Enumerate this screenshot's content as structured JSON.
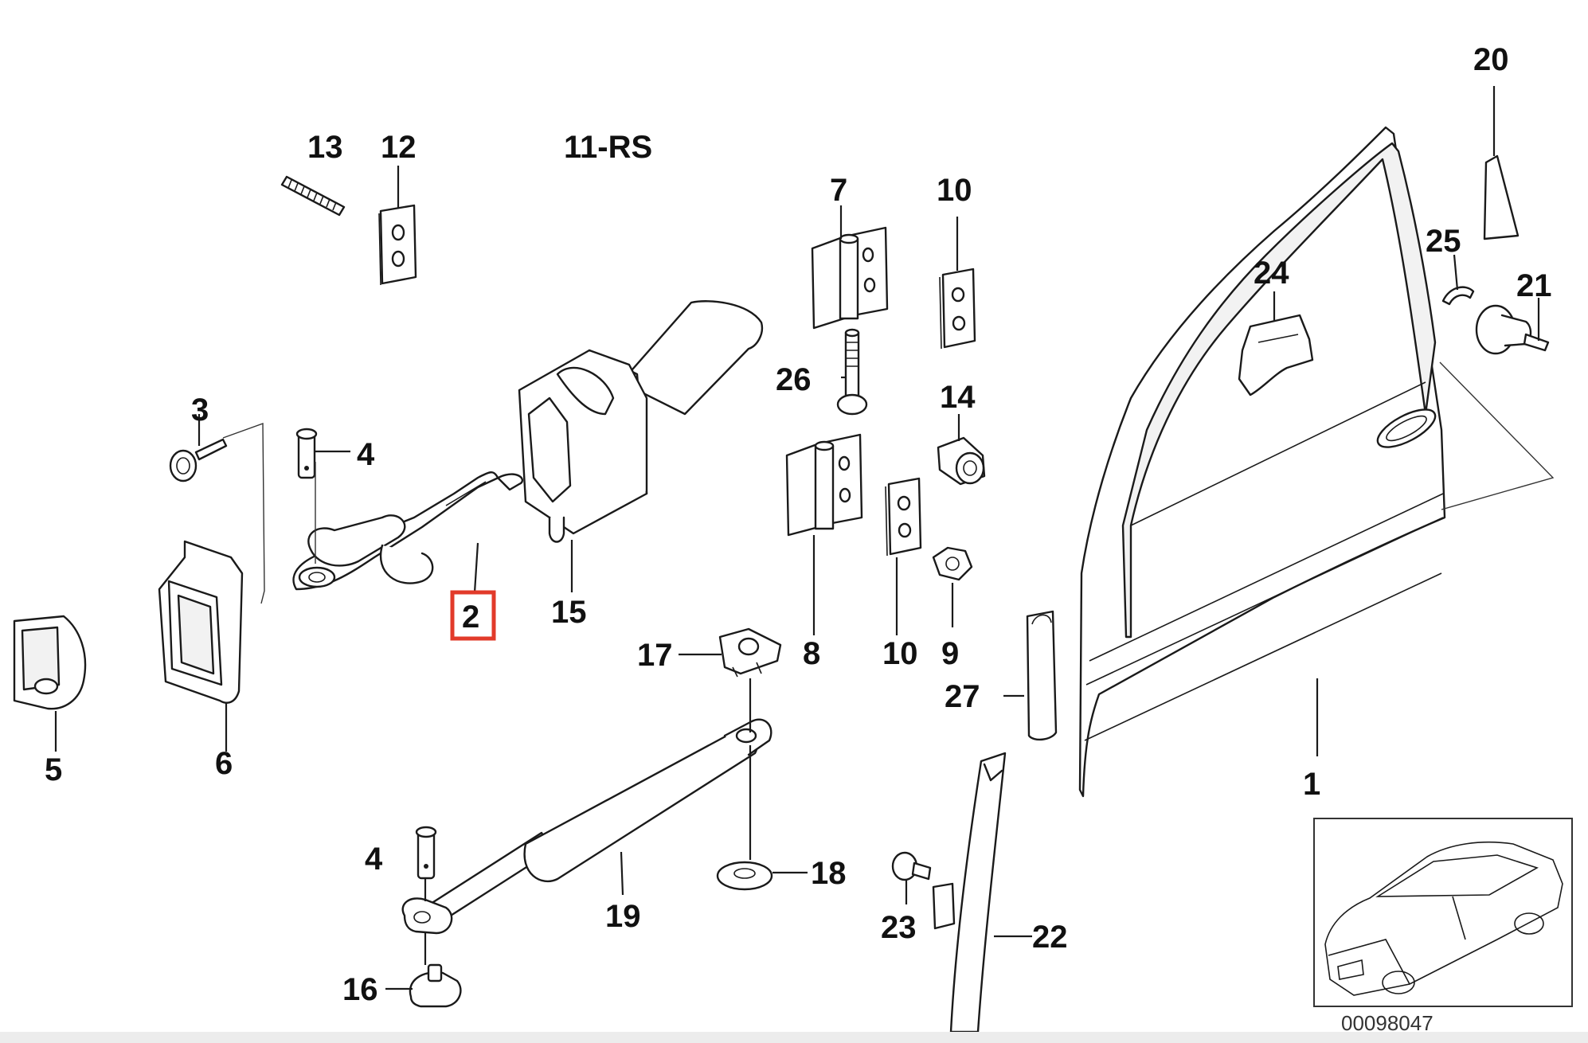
{
  "diagram": {
    "group_label": "11-RS",
    "reference_number": "00098047",
    "highlighted_callout": "2",
    "highlight_color": "#e23a2a",
    "callouts": [
      "1",
      "2",
      "3",
      "4",
      "4",
      "5",
      "6",
      "7",
      "8",
      "9",
      "10",
      "10",
      "12",
      "13",
      "14",
      "15",
      "16",
      "17",
      "18",
      "19",
      "20",
      "21",
      "22",
      "23",
      "24",
      "25",
      "26",
      "27"
    ]
  }
}
